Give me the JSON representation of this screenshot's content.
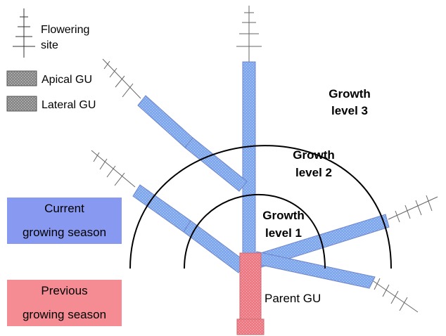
{
  "colors": {
    "current": "#8899f2",
    "previous": "#f58c94",
    "gu_fill": "#7fa8ee",
    "gu_speckle": "#b9cffa",
    "parent_fill": "#f07a84",
    "parent_speckle": "#f9b2b8",
    "legend_gray": "#8a8a8a"
  },
  "legend": {
    "flowering_line1": "Flowering",
    "flowering_line2": "site",
    "apical": "Apical GU",
    "lateral": "Lateral GU"
  },
  "seasons": {
    "current_line1": "Current",
    "current_line2": "growing season",
    "previous_line1": "Previous",
    "previous_line2": "growing season"
  },
  "levels": {
    "level3_line1": "Growth",
    "level3_line2": "level 3",
    "level2_line1": "Growth",
    "level2_line2": "level 2",
    "level1_line1": "Growth",
    "level1_line2": "level 1"
  },
  "parent_label": "Parent GU"
}
